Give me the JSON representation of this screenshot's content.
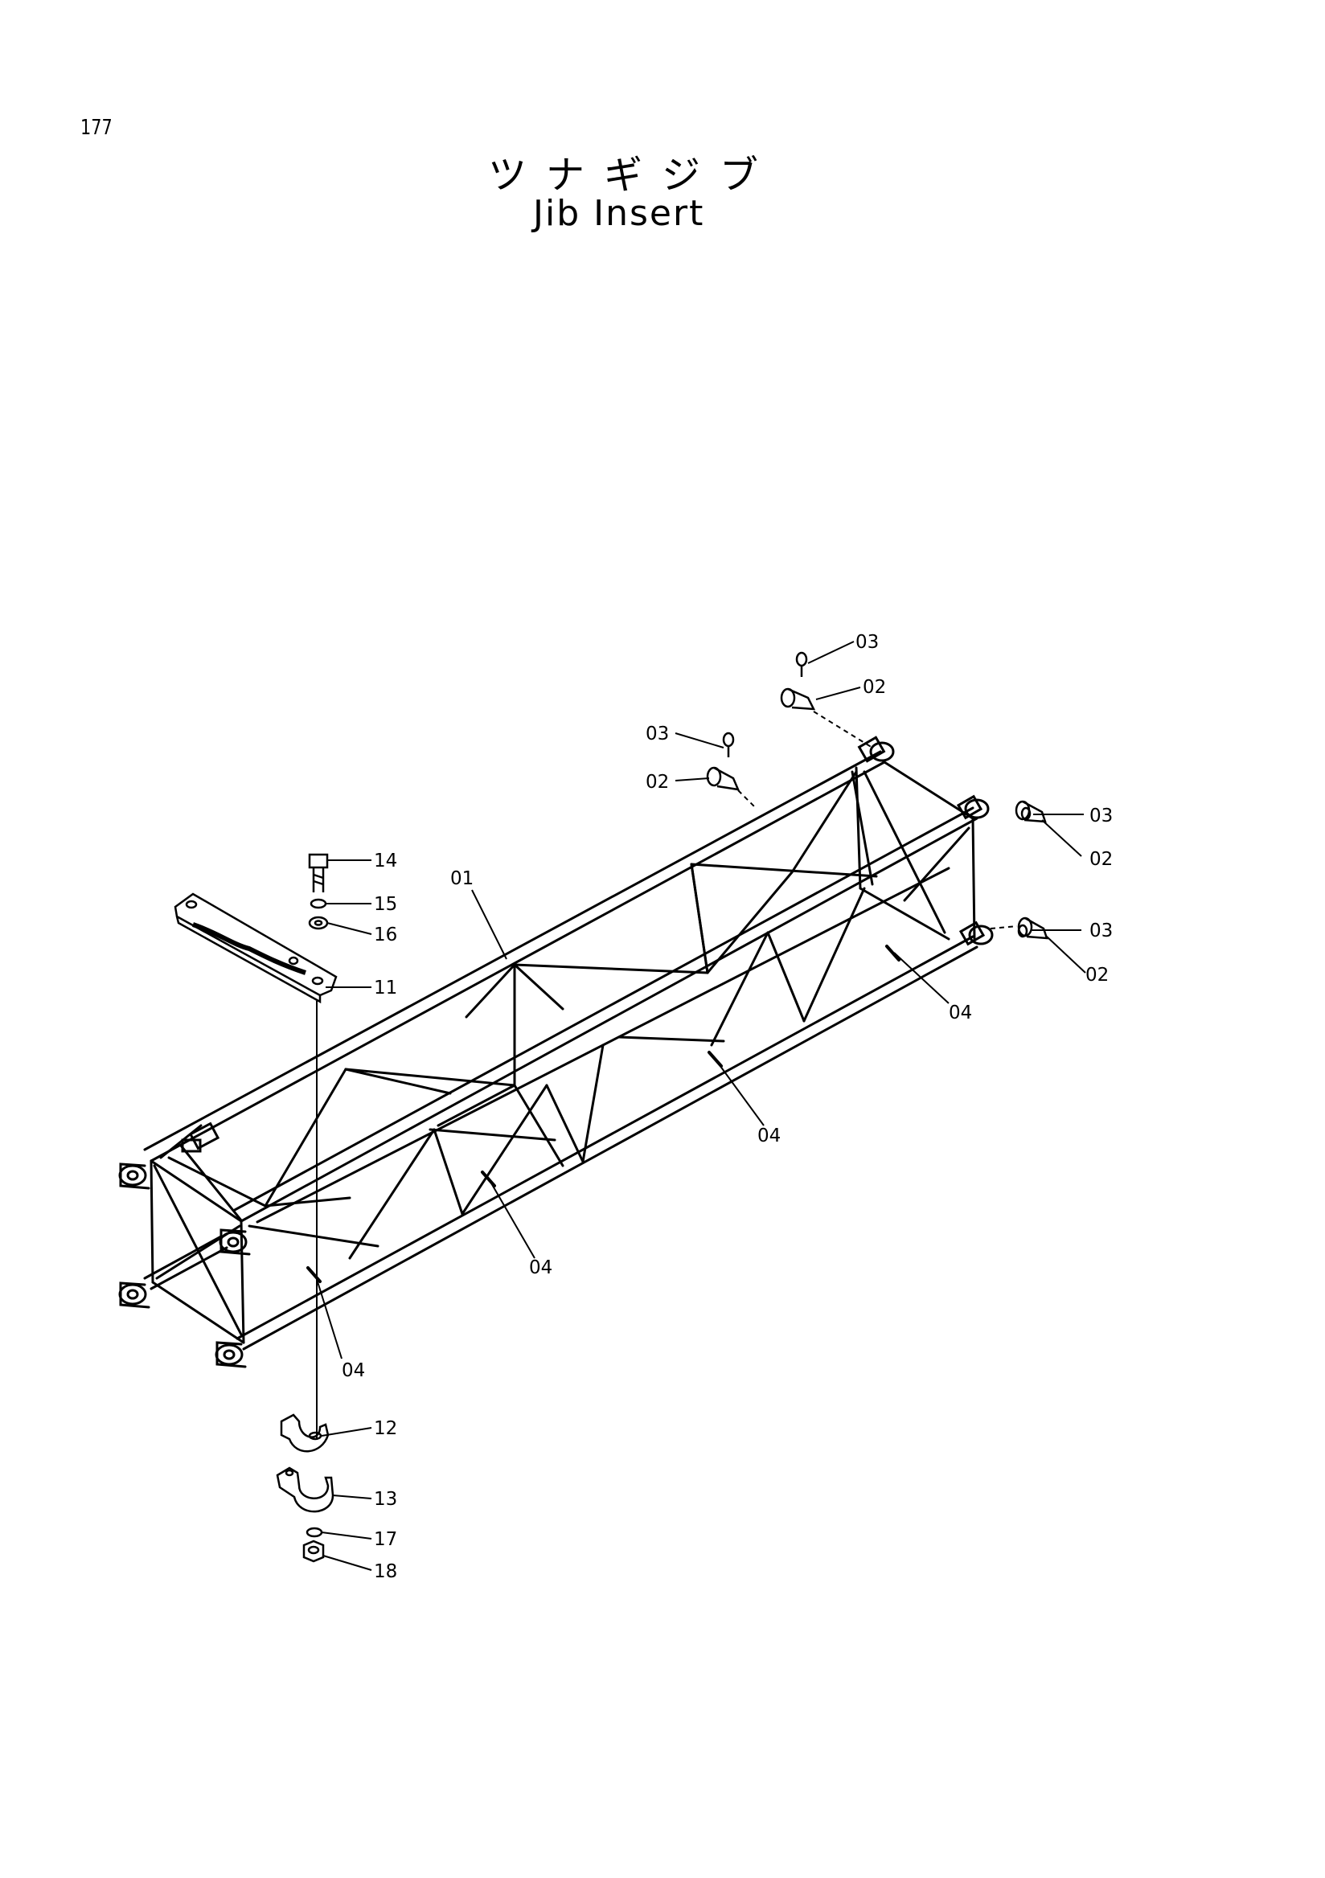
{
  "page": {
    "number": "177",
    "title_jp": "ツナギジブ",
    "title_en": "Jib Insert"
  },
  "callouts": {
    "c01": "01",
    "c02a": "02",
    "c02b": "02",
    "c02c": "02",
    "c02d": "02",
    "c03a": "03",
    "c03b": "03",
    "c03c": "03",
    "c03d": "03",
    "c04a": "04",
    "c04b": "04",
    "c04c": "04",
    "c04d": "04",
    "c11": "11",
    "c12": "12",
    "c13": "13",
    "c14": "14",
    "c15": "15",
    "c16": "16",
    "c17": "17",
    "c18": "18"
  }
}
